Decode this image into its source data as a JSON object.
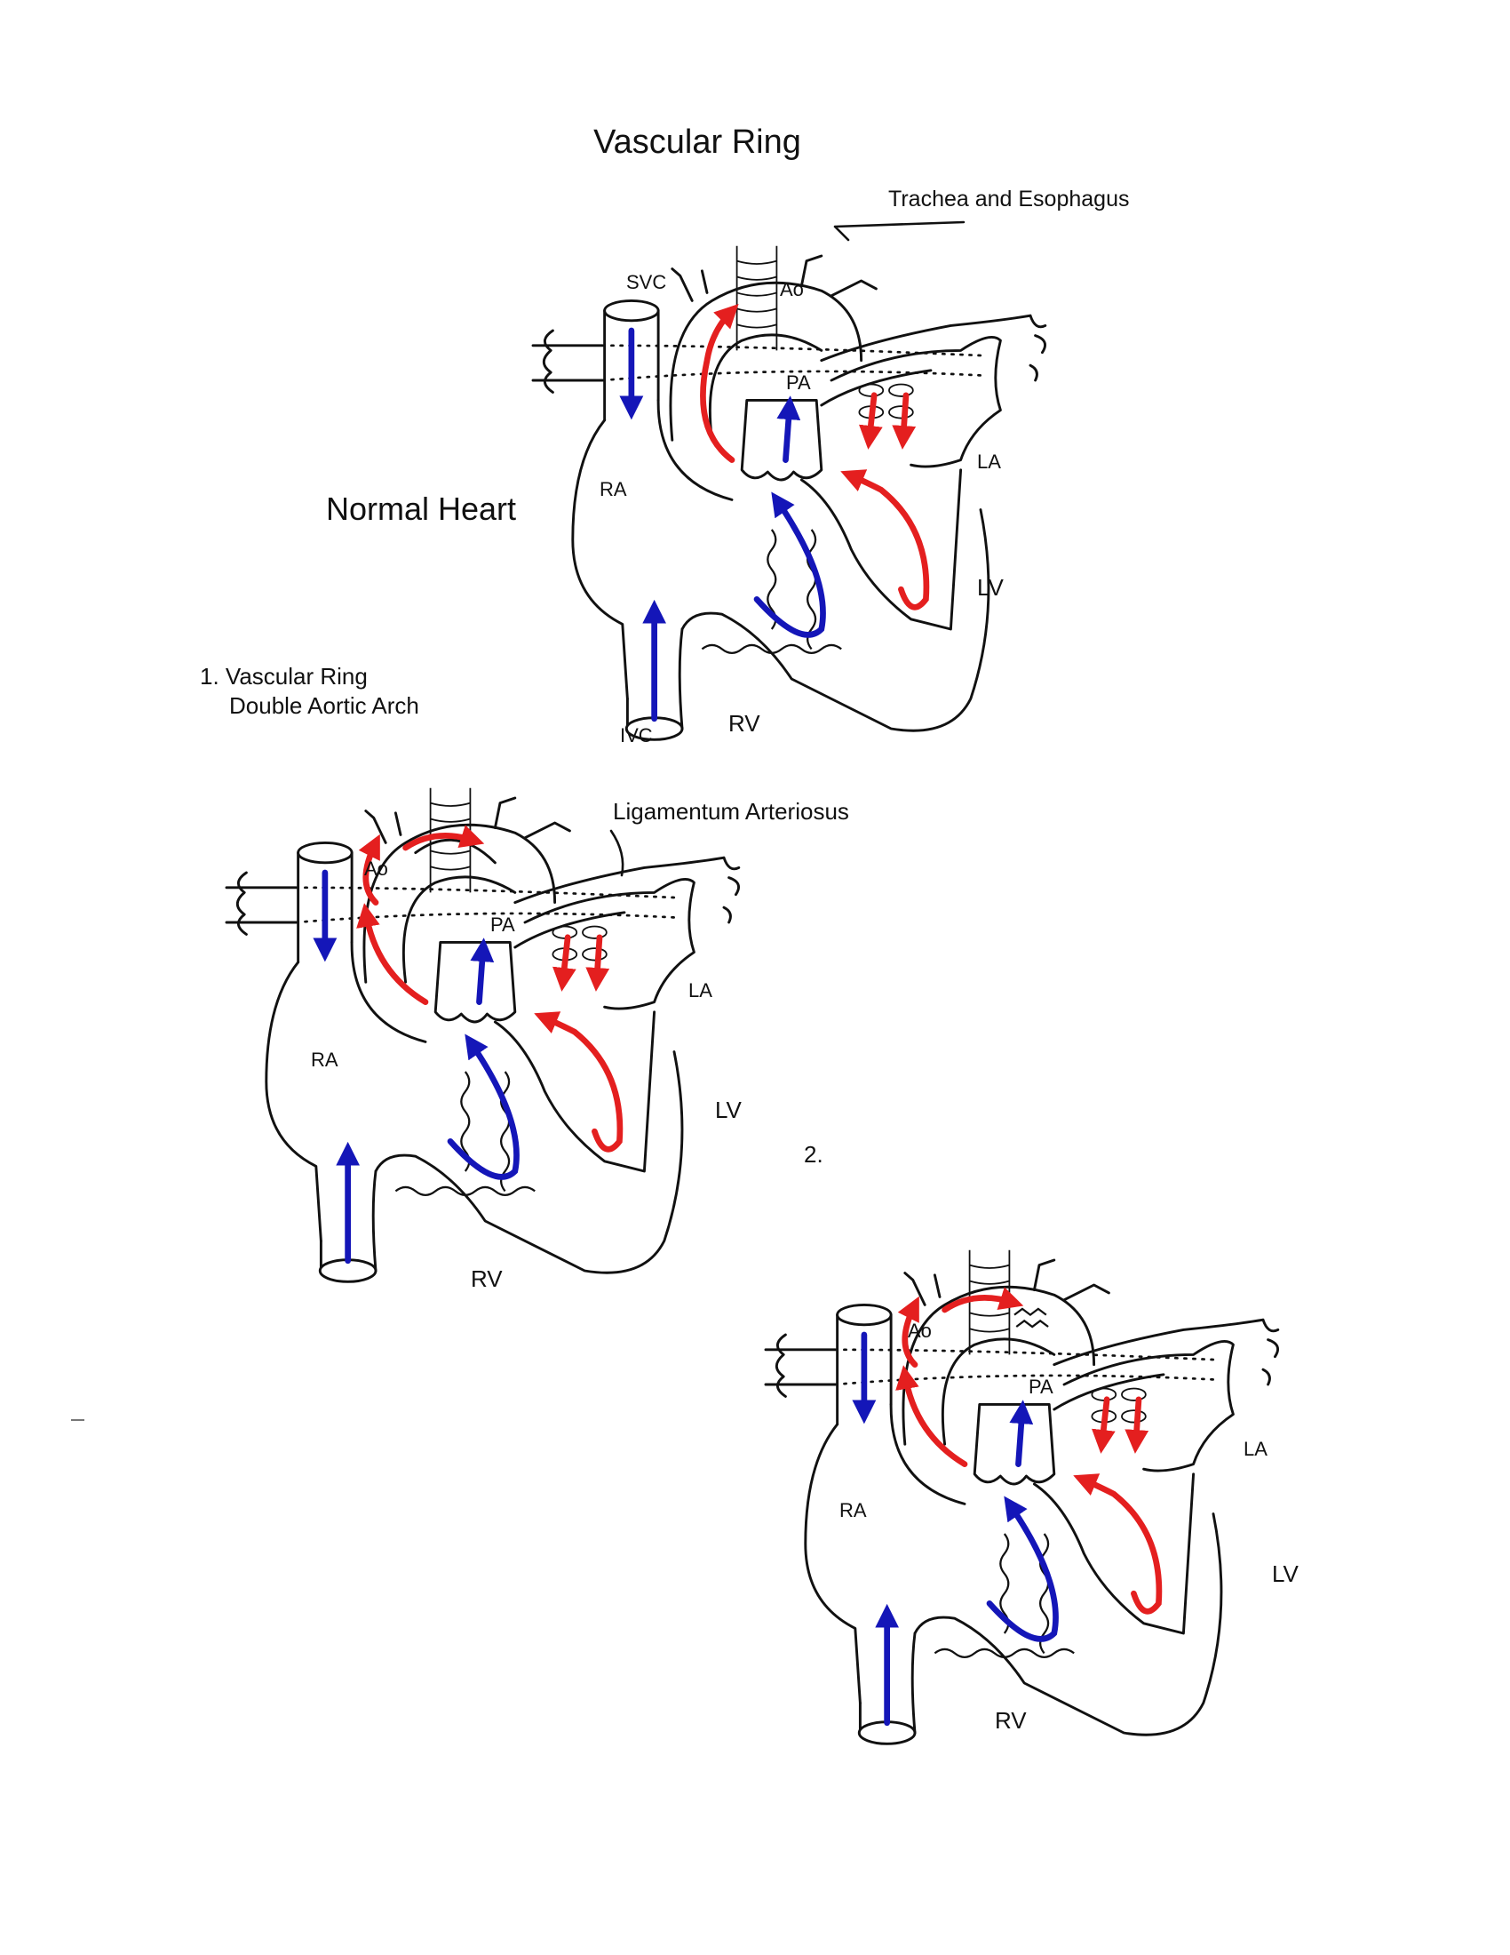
{
  "title": "Vascular Ring",
  "callouts": {
    "trachea_esophagus": "Trachea and Esophagus",
    "ligamentum": "Ligamentum Arteriosus"
  },
  "sections": {
    "normal": "Normal Heart",
    "item1_line1": "1. Vascular Ring",
    "item1_line2": "Double Aortic Arch",
    "item2": "2."
  },
  "diagram1_labels": {
    "svc": "SVC",
    "ao": "Ao",
    "pa": "PA",
    "ra": "RA",
    "la": "LA",
    "lv": "LV",
    "rv": "RV",
    "ivc": "IVC"
  },
  "diagram2_labels": {
    "ao": "Ao",
    "pa": "PA",
    "ra": "RA",
    "la": "LA",
    "lv": "LV",
    "rv": "RV"
  },
  "diagram3_labels": {
    "ao": "Ao",
    "pa": "PA",
    "ra": "RA",
    "la": "LA",
    "lv": "LV",
    "rv": "RV"
  },
  "colors": {
    "oxygenated_flow": "#e41f1f",
    "deoxygenated_flow": "#1416b8",
    "outline": "#111111"
  }
}
